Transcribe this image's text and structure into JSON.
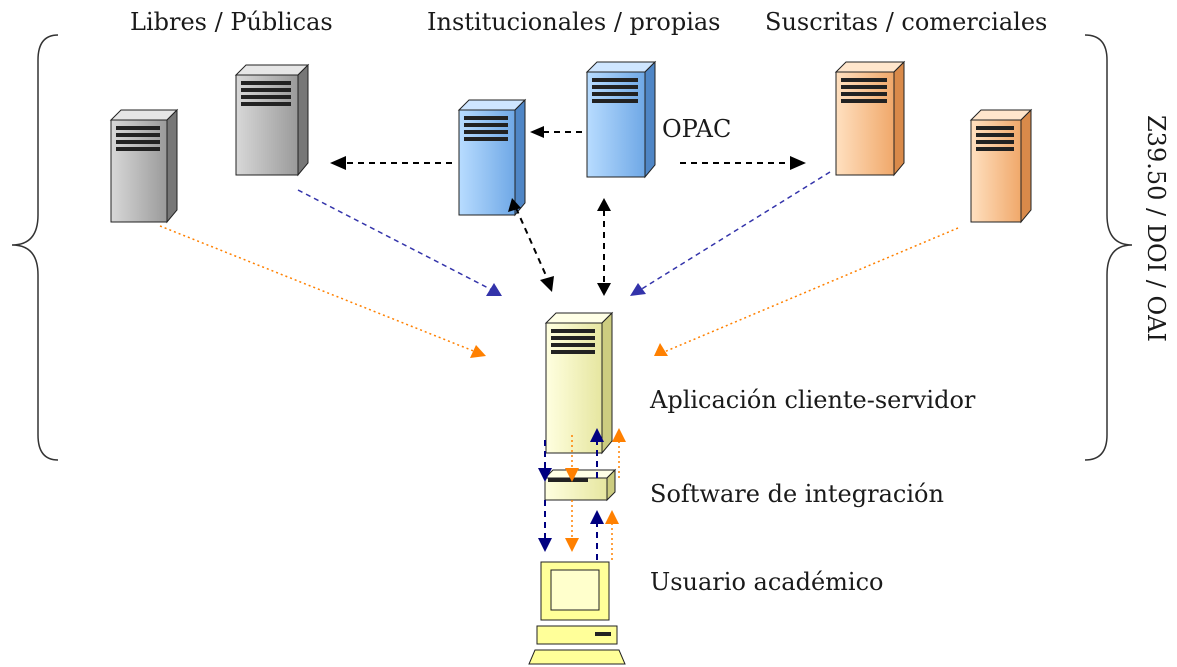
{
  "diagram": {
    "categories": {
      "libres": "Libres / Públicas",
      "institucionales": "Institucionales / propias",
      "suscritas": "Suscritas / comerciales"
    },
    "labels": {
      "opac": "OPAC",
      "aplicacion": "Aplicación cliente-servidor",
      "software": "Software de integración",
      "usuario": "Usuario académico",
      "protocols": "Z39.50 / DOI / OAI"
    },
    "colors": {
      "gray_server": "#b5b5b5",
      "blue_server": "#99ccff",
      "orange_server": "#ffcc99",
      "app_server": "#ffffcc",
      "black_arrow": "#000000",
      "navy_arrow": "#000080",
      "blue_dashed": "#3333aa",
      "orange_dotted": "#ff8000"
    },
    "icons": [
      "server-icon",
      "workstation-icon",
      "brace-icon"
    ]
  }
}
